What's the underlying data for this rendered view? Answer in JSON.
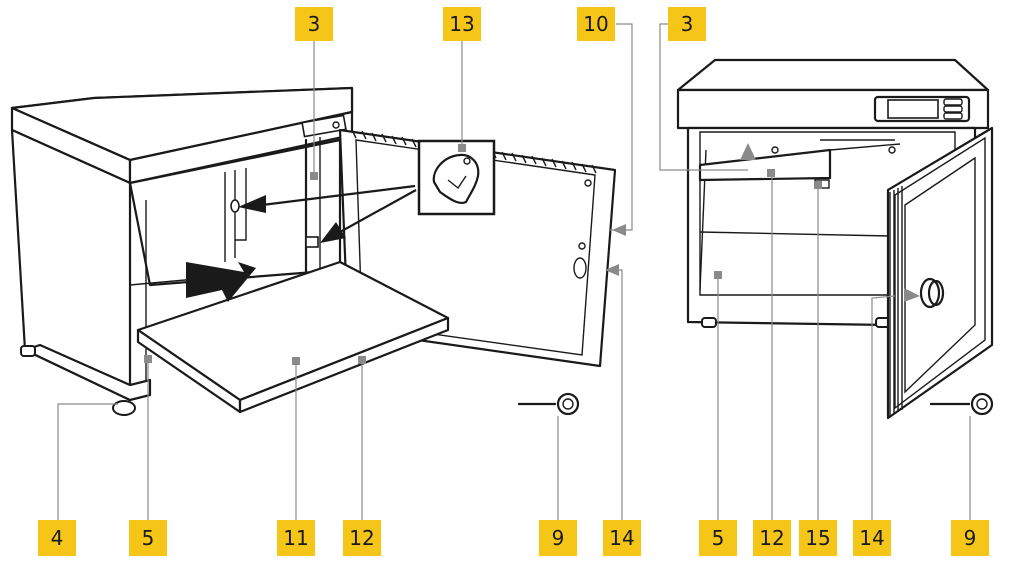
{
  "callouts": {
    "c3_left": "3",
    "c13": "13",
    "c10": "10",
    "c3_right": "3",
    "c4": "4",
    "c5_left": "5",
    "c11": "11",
    "c12_left": "12",
    "c9_left": "9",
    "c14_left": "14",
    "c5_right": "5",
    "c12_right": "12",
    "c15": "15",
    "c14_right": "14",
    "c9_right": "9"
  },
  "colors": {
    "callout_fill": "#f5c518",
    "line": "#1a1a1a",
    "leader": "#8a8a8a"
  }
}
